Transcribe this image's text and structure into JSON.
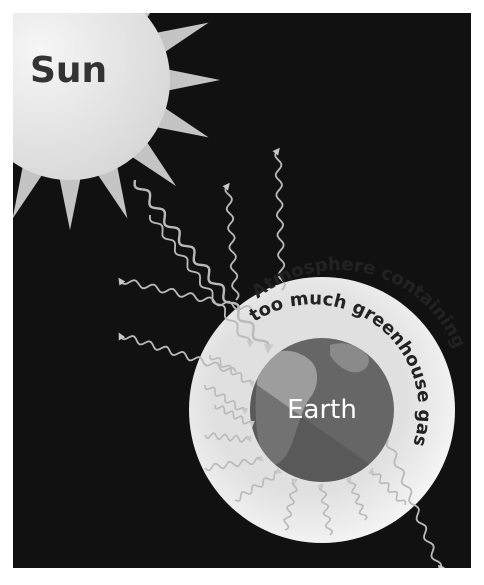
{
  "labels": {
    "sun": "Sun",
    "earth": "Earth",
    "atmosphere_line1": "Atmosphere containing",
    "atmosphere_line2": "too much greenhouse gas"
  },
  "colors": {
    "space": "#111111",
    "frame": "#ffffff",
    "sun_glow": "#ececec",
    "sun_core": "#dcdcdc",
    "sun_rays": "#bdbdbd",
    "atmosphere": "#f2f2f2",
    "earth_ocean": "#6a6a6a",
    "earth_land": "#9a9a9a",
    "arrow": "#b8b8b8",
    "text_dark": "#333333",
    "text_light": "#ffffff"
  }
}
